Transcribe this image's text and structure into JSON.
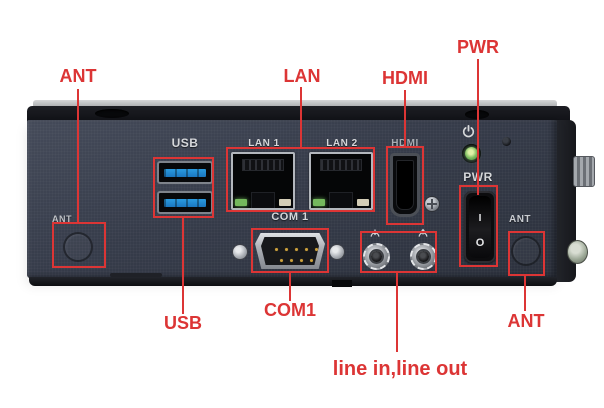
{
  "colors": {
    "annotation": "#dc3535",
    "usb_blue": "#2a9be0",
    "led_green": "#74b85c"
  },
  "callouts": {
    "ant_left": "ANT",
    "lan": "LAN",
    "hdmi": "HDMI",
    "pwr": "PWR",
    "usb": "USB",
    "com1": "COM1",
    "audio": "line in,line out",
    "ant_right": "ANT"
  },
  "panel": {
    "usb": "USB",
    "lan1": "LAN 1",
    "lan2": "LAN 2",
    "hdmi": "HDMI",
    "com1": "COM 1",
    "pwr": "PWR",
    "ant_left": "ANT",
    "ant_right": "ANT",
    "switch_on": "I",
    "switch_off": "O"
  }
}
